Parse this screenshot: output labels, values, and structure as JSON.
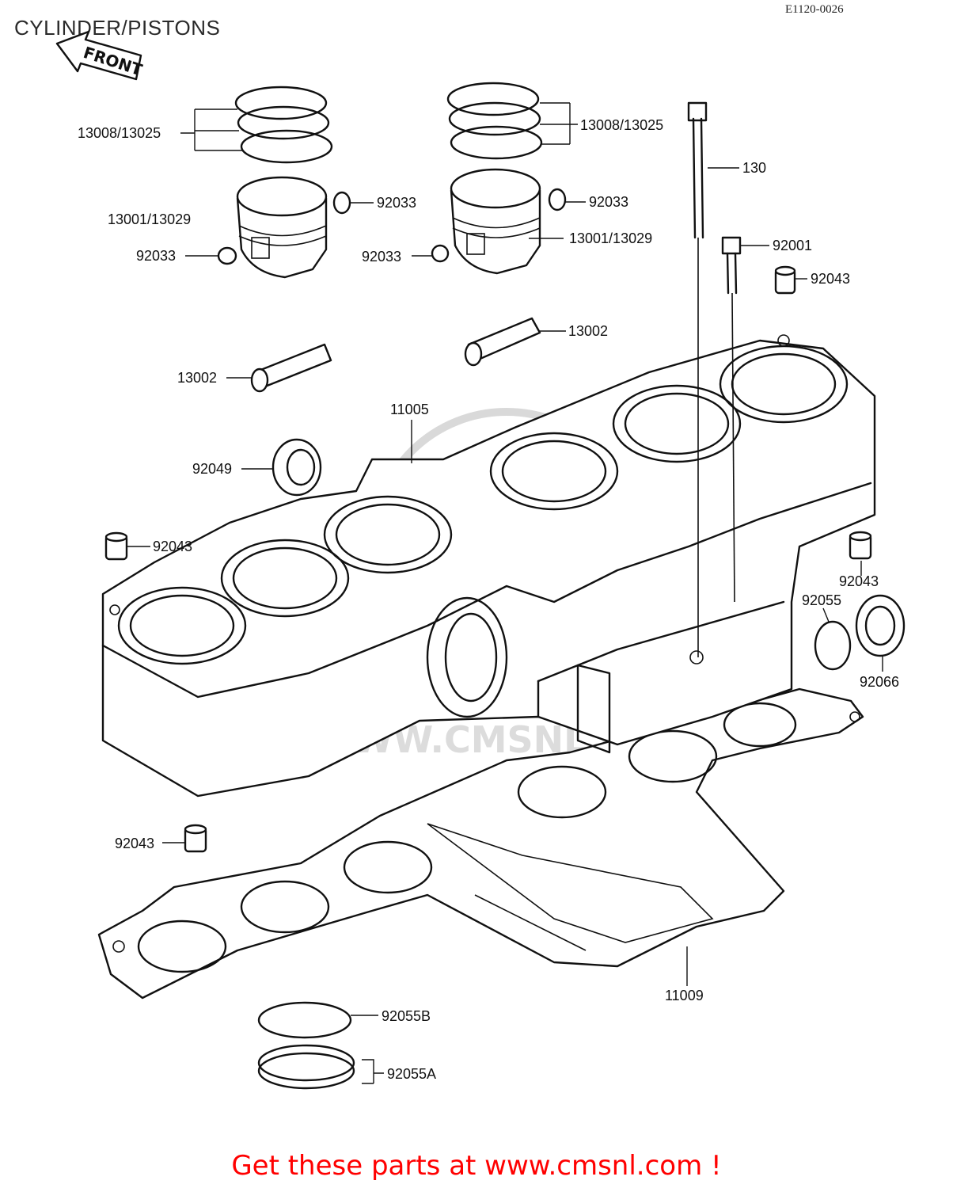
{
  "header": {
    "title": "CYLINDER/PISTONS",
    "diagram_code": "E1120-0026"
  },
  "front_marker": "FRONT",
  "watermark": "WWW.CMSNL.COM",
  "footer": "Get these parts at www.cmsnl.com !",
  "part_labels": {
    "rings_left": "13008/13025",
    "rings_right": "13008/13025",
    "piston_left": "13001/13029",
    "piston_right": "13001/13029",
    "clip_left_upper": "92033",
    "clip_left_lower": "92033",
    "clip_right_upper": "92033",
    "clip_right_lower": "92033",
    "stud_bolt": "130",
    "bolt": "92001",
    "dowel_top_right": "92043",
    "pin_right": "13002",
    "pin_left": "13002",
    "cylinder_block": "11005",
    "seal_92049": "92049",
    "dowel_left": "92043",
    "dowel_right": "92043",
    "oring_92055": "92055",
    "seal_92066": "92066",
    "dowel_bottom_left": "92043",
    "base_gasket": "11009",
    "oring_92055b": "92055B",
    "oring_92055a": "92055A"
  },
  "colors": {
    "footer_text": "#ff0000",
    "line_art": "#111111",
    "watermark": "#d9d9d9"
  }
}
